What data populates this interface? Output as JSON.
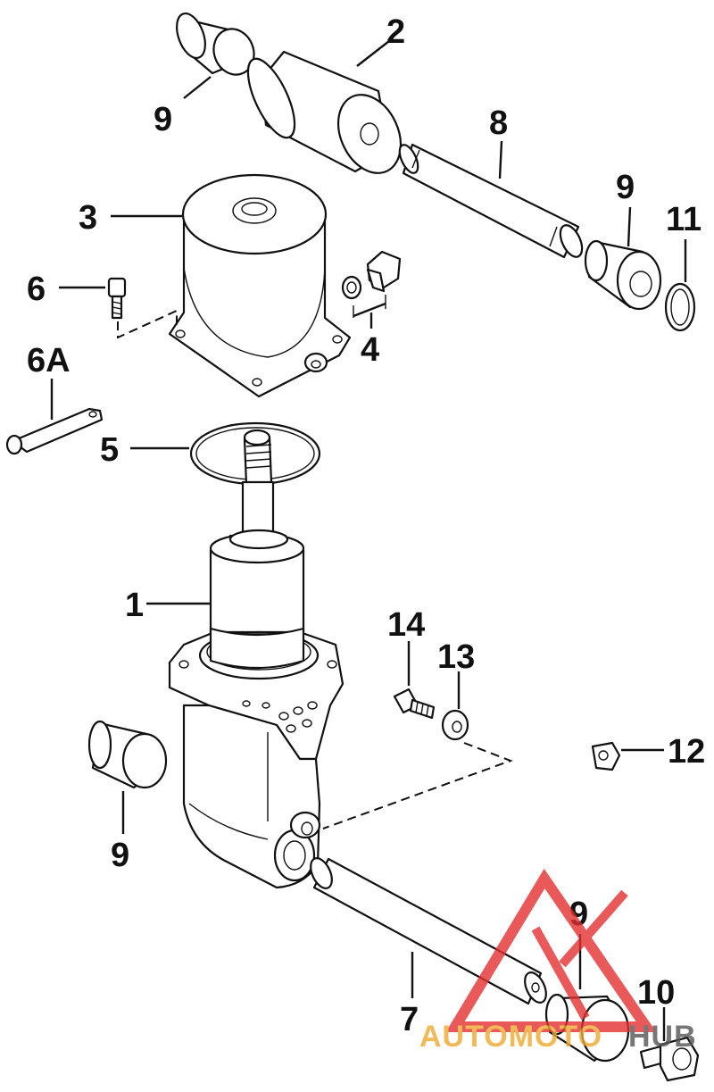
{
  "labels": {
    "p1": "1",
    "p2": "2",
    "p3": "3",
    "p4": "4",
    "p5": "5",
    "p6": "6",
    "p6a": "6A",
    "p7": "7",
    "p8": "8",
    "p9_top_left": "9",
    "p9_top_right": "9",
    "p9_mid_left": "9",
    "p9_bottom_right": "9",
    "p10": "10",
    "p11": "11",
    "p12": "12",
    "p13": "13",
    "p14": "14"
  },
  "watermark": {
    "text_left": "AUTOMOTO",
    "text_right": "HUB",
    "color_left": "#f0a830",
    "color_right": "#555555",
    "logo_color": "#e53030"
  }
}
